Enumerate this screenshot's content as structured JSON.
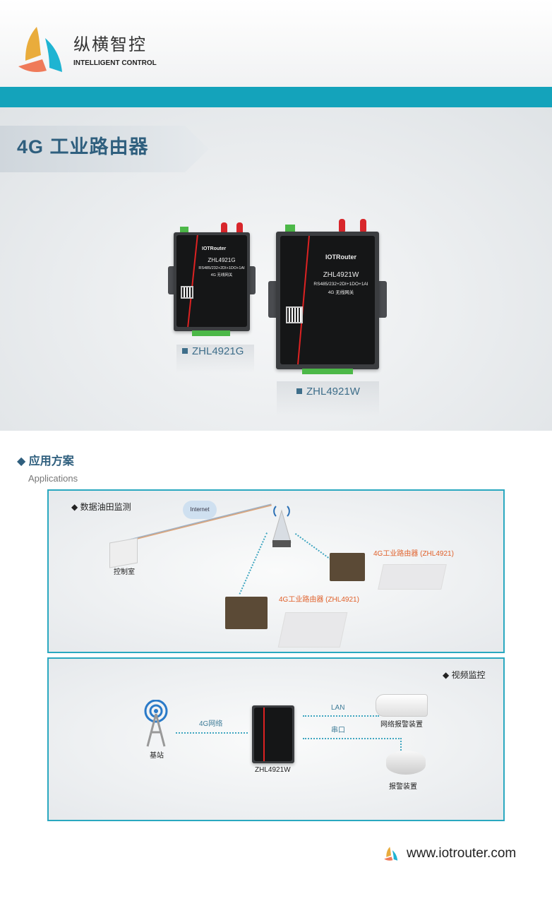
{
  "brand": {
    "name_cn": "纵横智控",
    "name_en": "INTELLIGENT CONTROL"
  },
  "hero": {
    "title": "4G 工业路由器"
  },
  "products": [
    {
      "brand": "IOTRouter",
      "model": "ZHL4921G",
      "spec": "RS485/232+2DI+1DO+1AI",
      "desc": "4G 无线网关",
      "label": "ZHL4921G"
    },
    {
      "brand": "IOTRouter",
      "model": "ZHL4921W",
      "spec": "RS485/232+2DI+1DO+1AI",
      "desc": "4G 无线网关",
      "label": "ZHL4921W"
    }
  ],
  "applications": {
    "title": "应用方案",
    "subtitle": "Applications",
    "oilfield": {
      "title": "◆ 数据油田监测",
      "internet": "Internet",
      "control_room": "控制室",
      "router_1": "4G工业路由器 (ZHL4921)",
      "router_2": "4G工业路由器 (ZHL4921)"
    },
    "video": {
      "title": "◆ 视频监控",
      "base_station": "基站",
      "network": "4G网络",
      "device": "ZHL4921W",
      "lan": "LAN",
      "serial": "串口",
      "camera": "网络报警装置",
      "alarm": "报警装置"
    }
  },
  "footer": {
    "url": "www.iotrouter.com"
  },
  "colors": {
    "teal": "#14a3bb",
    "title": "#2f5f7e",
    "orange": "#e0602a"
  }
}
